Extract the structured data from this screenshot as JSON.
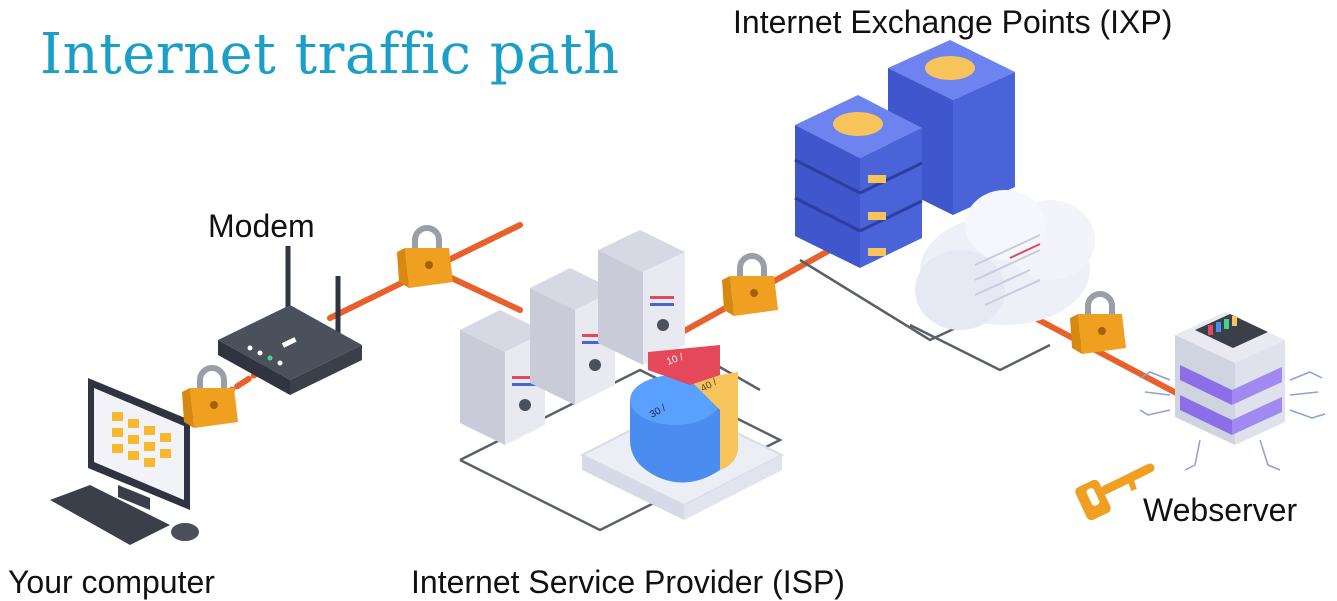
{
  "title": "Internet traffic path",
  "labels": {
    "ixp": "Internet Exchange Points (IXP)",
    "modem": "Modem",
    "webserver": "Webserver",
    "computer": "Your computer",
    "isp": "Internet Service Provider (ISP)"
  },
  "pie_labels": {
    "a": "10 /",
    "b": "40 /",
    "c": "30 /"
  },
  "colors": {
    "title": "#1aa0c8",
    "link": "#e8602c",
    "lock": "#f0a020",
    "server_blue": "#4a63d9",
    "server_gold": "#f6c45a",
    "cloud": "#eef0f8"
  }
}
